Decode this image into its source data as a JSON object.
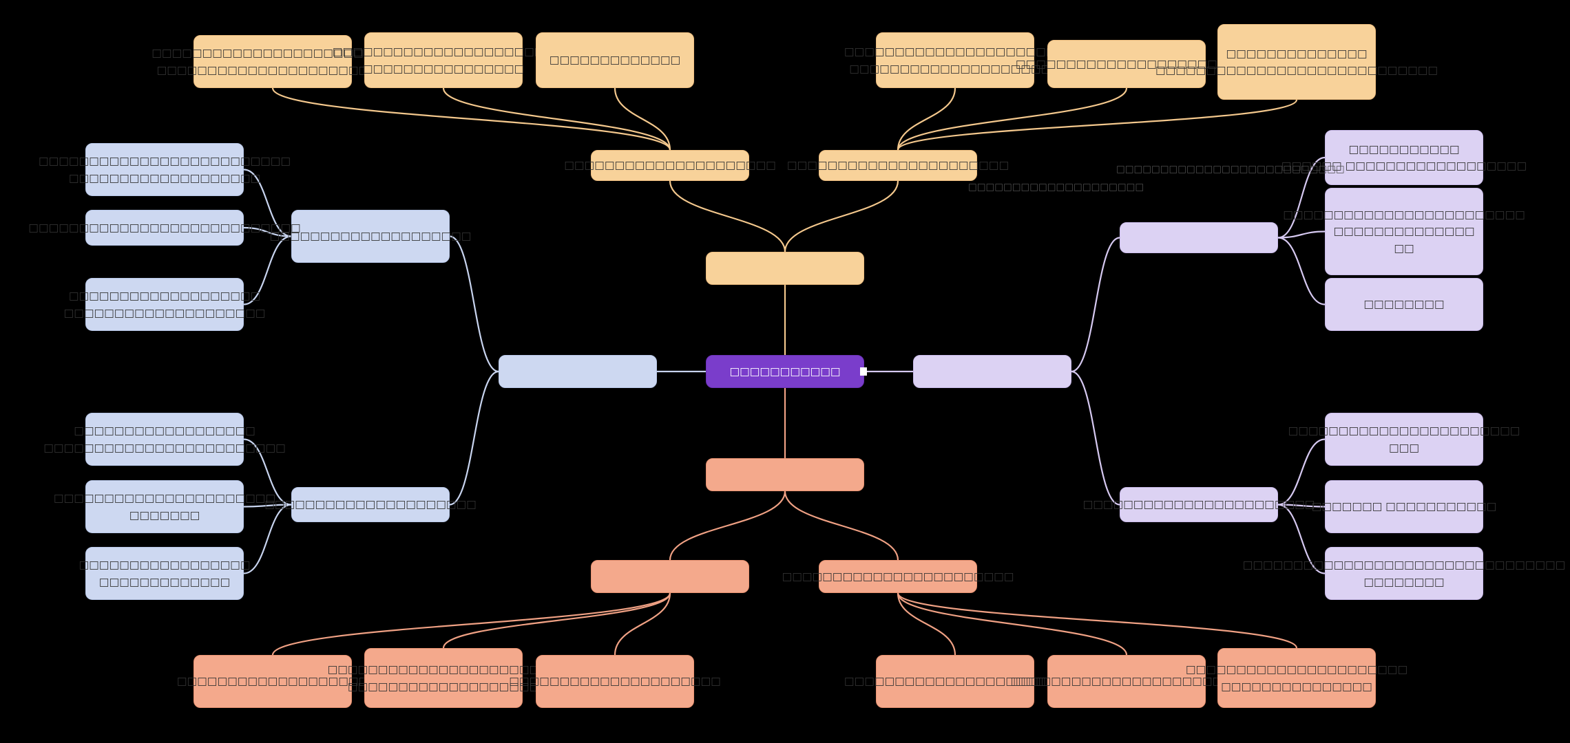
{
  "canvas": {
    "background": "#000000"
  },
  "palette": {
    "purple": {
      "fill": "#7a3dcb",
      "stroke": "#6b32b8",
      "edge": "#9a6fd9"
    },
    "orange": {
      "fill": "#f8d29a",
      "stroke": "#eebe80",
      "edge": "#f4c88d"
    },
    "salmon": {
      "fill": "#f4a98c",
      "stroke": "#ea9372",
      "edge": "#f0a184"
    },
    "blue": {
      "fill": "#cdd8f1",
      "stroke": "#b9c9ea",
      "edge": "#c8d4ef"
    },
    "lilac": {
      "fill": "#dcd2f3",
      "stroke": "#cbbcec",
      "edge": "#d6c9f1"
    }
  },
  "nodes": [
    {
      "id": "central",
      "branch": "purple",
      "cursor": true,
      "lines": [
        "□□□□□□□□□□□"
      ]
    },
    {
      "id": "top",
      "branch": "orange",
      "lines": []
    },
    {
      "id": "branch-top-left",
      "branch": "orange",
      "lines": [
        "□□□□□□□□□□□□□□□□□□□□□"
      ]
    },
    {
      "id": "leaf-tl-1",
      "branch": "orange",
      "lines": [
        "□□□□□□□□□□□□□□□□□□□□□□□□",
        "□□□□□□□□□□□□□□□□□□□□□□□"
      ]
    },
    {
      "id": "leaf-tl-2",
      "branch": "orange",
      "lines": [
        "□□□□□□□□□□□□□□□□□□□□□□",
        "□□□□□□□□□□□□□□□□"
      ]
    },
    {
      "id": "leaf-tl-3",
      "branch": "orange",
      "lines": [
        "□□□□□□□□□□□□□"
      ]
    },
    {
      "id": "branch-top-right",
      "branch": "orange",
      "lines": [
        "□□□□□□□□□□□□□□□□□□□□□□"
      ]
    },
    {
      "id": "leaf-tr-1",
      "branch": "orange",
      "lines": [
        "□□□□□□□□□□□□□□□□□□□□□□",
        "□□□□□□□□□□□□□□□□□□□□□"
      ]
    },
    {
      "id": "leaf-tr-2",
      "branch": "orange",
      "lines": [
        "□□□□□□□□□□□□□□□□□□□□□□"
      ]
    },
    {
      "id": "leaf-tr-3",
      "branch": "orange",
      "lines": [
        "□□□□□□□□□□□□□□",
        "□□□□□□□□□□□□□□□□□□□□□□□□□□□□"
      ]
    },
    {
      "id": "left",
      "branch": "blue",
      "lines": []
    },
    {
      "id": "branch-left-upper",
      "branch": "blue",
      "lines": [
        "□□□□□□□□□□□□□□□□□□□□"
      ]
    },
    {
      "id": "leaf-lu-1",
      "branch": "blue",
      "lines": [
        "□□□□□□□□□□□□□□□□□□□□□□□□□",
        "□□□□□□□□□□□□□□□□□□□"
      ]
    },
    {
      "id": "leaf-lu-2",
      "branch": "blue",
      "lines": [
        "□□□□□□□□□□□□□□□□□□□□□□□□□□□"
      ]
    },
    {
      "id": "leaf-lu-3",
      "branch": "blue",
      "lines": [
        "□□□□□□□□□□□□□□□□□□□",
        "□□□□□□□□□□□□□□□□□□□□"
      ]
    },
    {
      "id": "branch-left-lower",
      "branch": "blue",
      "lines": [
        "□□□□□□□□□□□□□□□□□□□□□"
      ]
    },
    {
      "id": "leaf-ll-1",
      "branch": "blue",
      "lines": [
        "□□□□□□□□□□□□□□□□□□",
        "□□□□□□□□□□□□□□□□□□□□□□□□"
      ]
    },
    {
      "id": "leaf-ll-2",
      "branch": "blue",
      "lines": [
        "□□□□□□□□□□□□□□□□□□□□□□",
        "□□□□□□□"
      ]
    },
    {
      "id": "leaf-ll-3",
      "branch": "blue",
      "lines": [
        "□□□□□□□□□□□□□□□□□",
        "□□□□□□□□□□□□□"
      ]
    },
    {
      "id": "right",
      "branch": "lilac",
      "lines": []
    },
    {
      "id": "branch-right-upper",
      "branch": "lilac",
      "lines": []
    },
    {
      "id": "leaf-ru-1",
      "branch": "lilac",
      "lines": [
        "□□□□□□□□□□□",
        "□□□□□□ □□□□□□□□□□□□□□□□□□"
      ]
    },
    {
      "id": "leaf-ru-2",
      "branch": "lilac",
      "lines": [
        "□□□□□□□□□□□□□□□□□□□□□□□□",
        "□□□□□□□□□□□□□□",
        "□□"
      ]
    },
    {
      "id": "leaf-ru-3",
      "branch": "lilac",
      "lines": [
        "□□□□□□□□"
      ]
    },
    {
      "id": "branch-right-lower",
      "branch": "lilac",
      "lines": [
        "□□□□□□□□□□□□□□□□□□□□□□□"
      ]
    },
    {
      "id": "leaf-rl-1",
      "branch": "lilac",
      "lines": [
        "□□□□□□□□□□□□□□□□□□□□□□□",
        "□□□"
      ]
    },
    {
      "id": "leaf-rl-2",
      "branch": "lilac",
      "lines": [
        "□□□□□□□ □□□□□□□□□□□"
      ]
    },
    {
      "id": "leaf-rl-3",
      "branch": "lilac",
      "lines": [
        "□□□□□□□□□□□□□□□□□□□□□□□□□□□□□□□□",
        "□□□□□□□□"
      ]
    },
    {
      "id": "bottom",
      "branch": "salmon",
      "lines": []
    },
    {
      "id": "branch-bottom-left",
      "branch": "salmon",
      "lines": []
    },
    {
      "id": "leaf-bl-1",
      "branch": "salmon",
      "lines": [
        "□□□□□□□□□□□□□□□□□□□"
      ]
    },
    {
      "id": "leaf-bl-2",
      "branch": "salmon",
      "lines": [
        "□□□□□□□□□□□□□□□□□□□□□□□",
        "□□□□□□□□□□□□□□□□□□□"
      ]
    },
    {
      "id": "leaf-bl-3",
      "branch": "salmon",
      "lines": [
        "□□□□□□□□□□□□□□□□□□□□□"
      ]
    },
    {
      "id": "branch-bottom-right",
      "branch": "salmon",
      "lines": [
        "□□□□□□□□□□□□□□□□□□□□□□□"
      ]
    },
    {
      "id": "leaf-br-1",
      "branch": "salmon",
      "lines": [
        "□□□□□□□□□□□□□□□□□□□□□□"
      ]
    },
    {
      "id": "leaf-br-2",
      "branch": "salmon",
      "lines": [
        "□□□□□□□□□□□□□□□□□□□□□□□"
      ]
    },
    {
      "id": "leaf-br-3",
      "branch": "salmon",
      "lines": [
        "□□□□□□□□□□□□□□□□□□□□□□",
        "□□□□□□□□□□□□□□□"
      ]
    }
  ],
  "edges": [
    {
      "from": "top",
      "to": "central",
      "mode": "v"
    },
    {
      "from": "branch-top-left",
      "to": "top",
      "mode": "v"
    },
    {
      "from": "branch-top-right",
      "to": "top",
      "mode": "v"
    },
    {
      "from": "leaf-tl-1",
      "to": "branch-top-left",
      "mode": "v"
    },
    {
      "from": "leaf-tl-2",
      "to": "branch-top-left",
      "mode": "v"
    },
    {
      "from": "leaf-tl-3",
      "to": "branch-top-left",
      "mode": "v"
    },
    {
      "from": "leaf-tr-1",
      "to": "branch-top-right",
      "mode": "v"
    },
    {
      "from": "leaf-tr-2",
      "to": "branch-top-right",
      "mode": "v"
    },
    {
      "from": "leaf-tr-3",
      "to": "branch-top-right",
      "mode": "v"
    },
    {
      "from": "central",
      "to": "bottom",
      "mode": "v"
    },
    {
      "from": "bottom",
      "to": "branch-bottom-left",
      "mode": "v"
    },
    {
      "from": "bottom",
      "to": "branch-bottom-right",
      "mode": "v"
    },
    {
      "from": "branch-bottom-left",
      "to": "leaf-bl-1",
      "mode": "v"
    },
    {
      "from": "branch-bottom-left",
      "to": "leaf-bl-2",
      "mode": "v"
    },
    {
      "from": "branch-bottom-left",
      "to": "leaf-bl-3",
      "mode": "v"
    },
    {
      "from": "branch-bottom-right",
      "to": "leaf-br-1",
      "mode": "v"
    },
    {
      "from": "branch-bottom-right",
      "to": "leaf-br-2",
      "mode": "v"
    },
    {
      "from": "branch-bottom-right",
      "to": "leaf-br-3",
      "mode": "v"
    },
    {
      "from": "central",
      "to": "left",
      "mode": "h"
    },
    {
      "from": "left",
      "to": "branch-left-upper",
      "mode": "h"
    },
    {
      "from": "left",
      "to": "branch-left-lower",
      "mode": "h"
    },
    {
      "from": "branch-left-upper",
      "to": "leaf-lu-1",
      "mode": "h"
    },
    {
      "from": "branch-left-upper",
      "to": "leaf-lu-2",
      "mode": "h"
    },
    {
      "from": "branch-left-upper",
      "to": "leaf-lu-3",
      "mode": "h"
    },
    {
      "from": "branch-left-lower",
      "to": "leaf-ll-1",
      "mode": "h"
    },
    {
      "from": "branch-left-lower",
      "to": "leaf-ll-2",
      "mode": "h"
    },
    {
      "from": "branch-left-lower",
      "to": "leaf-ll-3",
      "mode": "h"
    },
    {
      "from": "central",
      "to": "right",
      "mode": "h"
    },
    {
      "from": "right",
      "to": "branch-right-upper",
      "mode": "h"
    },
    {
      "from": "right",
      "to": "branch-right-lower",
      "mode": "h"
    },
    {
      "from": "branch-right-upper",
      "to": "leaf-ru-1",
      "mode": "h"
    },
    {
      "from": "branch-right-upper",
      "to": "leaf-ru-2",
      "mode": "h"
    },
    {
      "from": "branch-right-upper",
      "to": "leaf-ru-3",
      "mode": "h"
    },
    {
      "from": "branch-right-lower",
      "to": "leaf-rl-1",
      "mode": "h"
    },
    {
      "from": "branch-right-lower",
      "to": "leaf-rl-2",
      "mode": "h"
    },
    {
      "from": "branch-right-lower",
      "to": "leaf-rl-3",
      "mode": "h"
    }
  ],
  "labels": [
    {
      "id": "edge-label-top-right",
      "text": "□□□□□□□□□□□□□□□□□□□□"
    },
    {
      "id": "edge-label-right-upper",
      "text": "□□□□□□□□□□□□□□□□□□□□□□□□□□"
    }
  ]
}
